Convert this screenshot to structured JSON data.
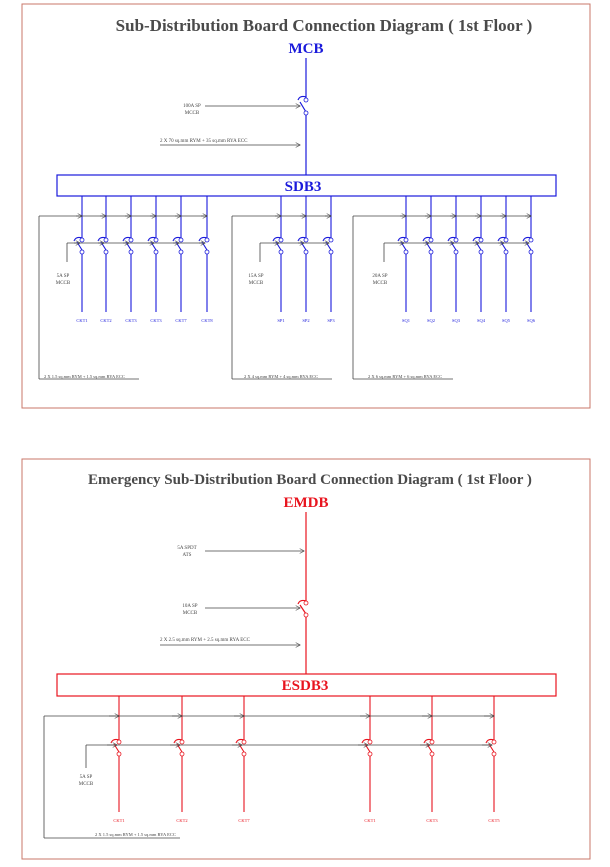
{
  "colors": {
    "normal": "#1a1adb",
    "emergency": "#e8141e",
    "frame": "#c8776a",
    "note": "#555555"
  },
  "sdb": {
    "title": "Sub-Distribution Board Connection Diagram ( 1st Floor )",
    "source_label": "MCB",
    "board_label": "SDB3",
    "main_breaker_label": [
      "100A SP",
      "MCCB"
    ],
    "feeder_cable": "2 X 70 sq.mm RYM + 35 sq.mm RYA ECC",
    "groups": [
      {
        "breaker_label": [
          "5A SP",
          "MCCB"
        ],
        "cable": "2 X 1.5 sq.mm RYM + 1.5 sq.mm RYA ECC",
        "circuits": [
          "CKT1",
          "CKT2",
          "CKT3",
          "CKT3",
          "CKT7",
          "CKT8"
        ]
      },
      {
        "breaker_label": [
          "15A SP",
          "MCCB"
        ],
        "cable": "2 X 4 sq.mm RYM + 4 sq.mm RYA ECC",
        "circuits": [
          "SP1",
          "SP2",
          "SP3"
        ]
      },
      {
        "breaker_label": [
          "20A SP",
          "MCCB"
        ],
        "cable": "2 X 6 sq.mm RYM + 6 sq.mm RYA ECC",
        "circuits": [
          "SQ1",
          "SQ2",
          "SQ3",
          "SQ4",
          "SQ5",
          "SQ6"
        ]
      }
    ]
  },
  "emdb": {
    "title": "Emergency Sub-Distribution Board Connection Diagram ( 1st Floor )",
    "source_label": "EMDB",
    "board_label": "ESDB3",
    "ats_label": [
      "5A SPDT",
      "ATS"
    ],
    "main_breaker_label": [
      "10A SP",
      "MCCB"
    ],
    "feeder_cable": "2 X 2.5 sq.mm RYM + 2.5 sq.mm RYA ECC",
    "groups": [
      {
        "breaker_label": [
          "5A SP",
          "MCCB"
        ],
        "cable": "2 X 1.5 sq.mm RYM + 1.5 sq.mm RYA ECC",
        "circuits": [
          "CKT1",
          "CKT2",
          "CKT7",
          "CKT1",
          "CKT3",
          "CKT5"
        ]
      }
    ]
  }
}
